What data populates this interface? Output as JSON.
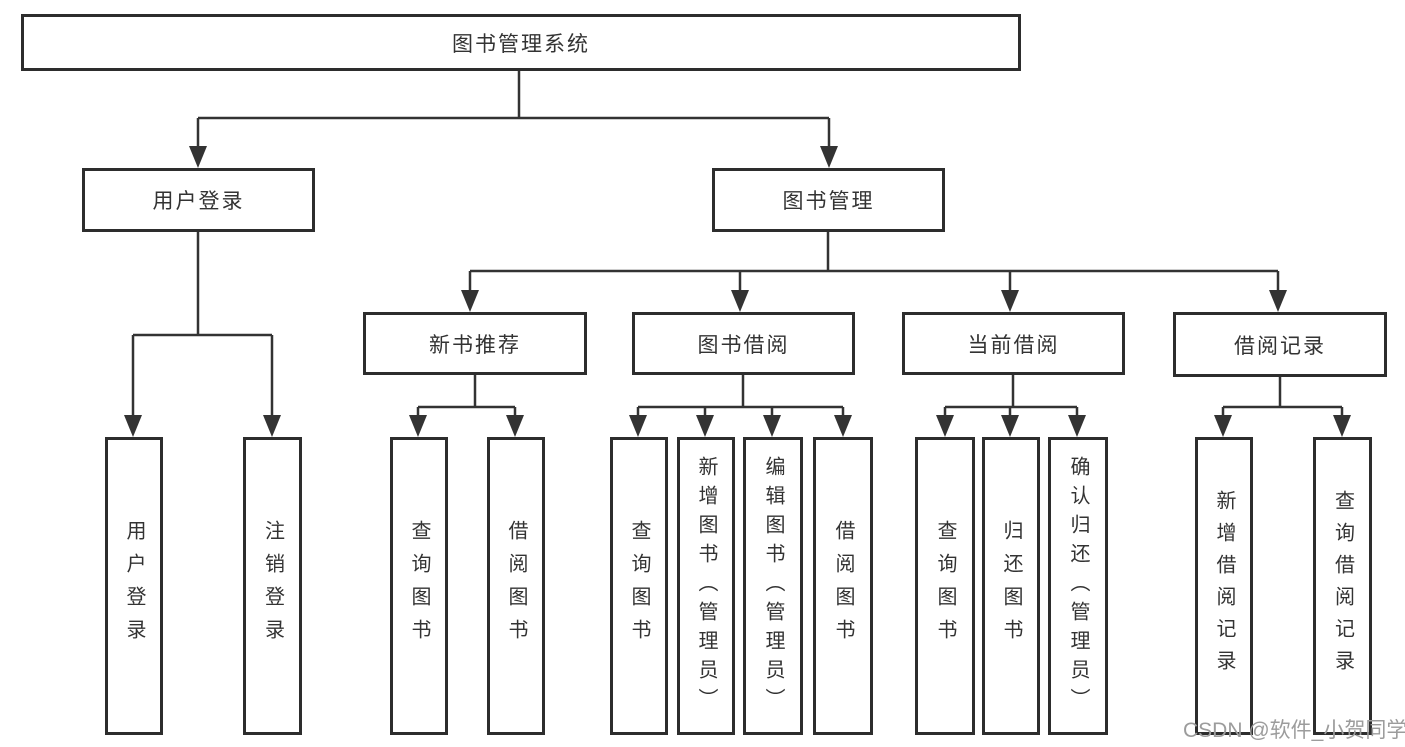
{
  "tree": {
    "root": {
      "label": "图书管理系统"
    },
    "level2": [
      {
        "label": "用户登录",
        "children": [
          {
            "label": "用户登录"
          },
          {
            "label": "注销登录"
          }
        ]
      },
      {
        "label": "图书管理",
        "groups": [
          {
            "label": "新书推荐",
            "children": [
              {
                "label": "查询图书"
              },
              {
                "label": "借阅图书"
              }
            ]
          },
          {
            "label": "图书借阅",
            "children": [
              {
                "label": "查询图书"
              },
              {
                "label": "新增图书（管理员）"
              },
              {
                "label": "编辑图书（管理员）"
              },
              {
                "label": "借阅图书"
              }
            ]
          },
          {
            "label": "当前借阅",
            "children": [
              {
                "label": "查询图书"
              },
              {
                "label": "归还图书"
              },
              {
                "label": "确认归还（管理员）"
              }
            ]
          },
          {
            "label": "借阅记录",
            "children": [
              {
                "label": "新增借阅记录"
              },
              {
                "label": "查询借阅记录"
              }
            ]
          }
        ]
      }
    ]
  },
  "watermark": {
    "text": "CSDN @软件_小贺同学"
  },
  "colors": {
    "line": "#333333",
    "border": "#2d2d2d",
    "text": "#333333",
    "watermark": "#9c9c9c",
    "background": "#ffffff"
  }
}
